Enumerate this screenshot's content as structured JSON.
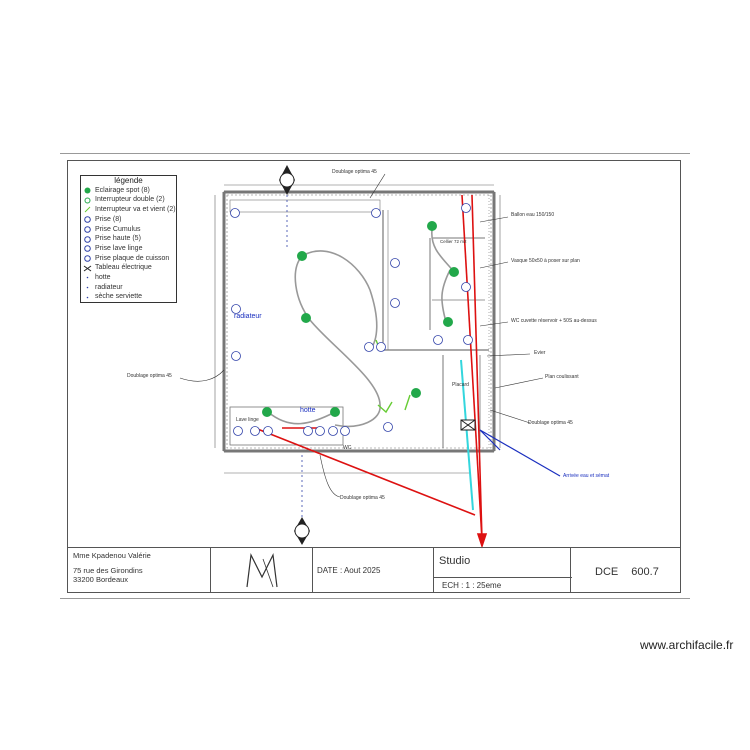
{
  "legend": {
    "title": "légende",
    "items": [
      {
        "label": "Eclairage spot (8)",
        "icon": "spot-light-icon"
      },
      {
        "label": "Interrupteur double (2)",
        "icon": "double-switch-icon"
      },
      {
        "label": "Interrupteur va et vient (2)",
        "icon": "two-way-switch-icon"
      },
      {
        "label": "Prise (8)",
        "icon": "socket-icon"
      },
      {
        "label": "Prise Cumulus",
        "icon": "water-heater-socket-icon"
      },
      {
        "label": "Prise haute (5)",
        "icon": "high-socket-icon"
      },
      {
        "label": "Prise lave linge",
        "icon": "washer-socket-icon"
      },
      {
        "label": "Prise plaque de cuisson",
        "icon": "hob-socket-icon"
      },
      {
        "label": "Tableau électrique",
        "icon": "electrical-panel-icon"
      },
      {
        "label": "hotte",
        "icon": "hood-icon"
      },
      {
        "label": "radiateur",
        "icon": "radiator-icon"
      },
      {
        "label": "sèche serviette",
        "icon": "towel-dryer-icon"
      }
    ]
  },
  "annotations": {
    "doublage_top": "Doublage optima 45",
    "ballon": "Ballon eau 150/150",
    "cellier": "Cellier 72 m2",
    "vasque": "Vasque 50x50 à poser sur plan",
    "wc": "WC cuvette réservoir + 50S au-dessus",
    "evier": "Evier",
    "plan_coulissant": "Plan coulissant",
    "doublage_left": "Doublage optima 45",
    "doublage_right": "Doublage optima 45",
    "doublage_bottom": "Doublage optima 45",
    "arrivee": "Arrivée eau et sémat",
    "radiateur": "radiateur",
    "hotte": "hotte",
    "lave_linge": "Lave linge",
    "plan": "Placard",
    "wc_label": "WC"
  },
  "title_block": {
    "client_name": "Mme Kpadenou Valérie",
    "address_line1": "75 rue des Girondins",
    "address_line2": "33200 Bordeaux",
    "logo_caption": "M",
    "date": "DATE : Aout 2025",
    "project": "Studio",
    "scale": "ECH : 1 : 25eme",
    "phase": "DCE",
    "number": "600.7"
  },
  "watermark": "www.archifacile.fr",
  "colors": {
    "wall": "#777777",
    "spot_green": "#22a84a",
    "socket_blue": "#3344aa",
    "annotation_blue": "#1a2fbf",
    "cable_grey": "#999999",
    "pipe_red": "#dd1111",
    "pipe_cyan": "#33d6dd",
    "wiring_green": "#66cc33"
  }
}
